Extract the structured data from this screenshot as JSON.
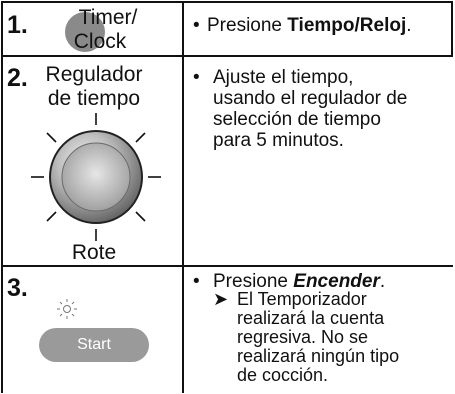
{
  "rows": [
    {
      "step": "1.",
      "button_label_line1": "Timer/",
      "button_label_line2": "Clock",
      "instruction_prefix": "Presione ",
      "instruction_bold1": "Tiempo",
      "instruction_sep": "/",
      "instruction_bold2": "Reloj",
      "instruction_suffix": "."
    },
    {
      "step": "2.",
      "control_label_line1": "Regulador",
      "control_label_line2": "de tiempo",
      "dial_caption": "Rote",
      "instruction_lines": [
        "Ajuste el tiempo,",
        "usando el regulador de",
        "selección de tiempo",
        "para 5 minutos."
      ]
    },
    {
      "step": "3.",
      "button_label": "Start",
      "instruction_prefix": "Presione ",
      "instruction_bold_italic": "Encender",
      "instruction_suffix": ".",
      "note_arrow": "➤",
      "note_lines": [
        "El Temporizador",
        "realizará la cuenta",
        "regresiva. No se",
        "realizará ningún tipo",
        "de cocción."
      ]
    }
  ],
  "bullet": "•",
  "icons": [
    "finger-press-icon",
    "dial-knob-icon",
    "indicator-light-icon",
    "arrow-right-icon"
  ],
  "colors": {
    "border": "#111111",
    "finger": "#8a8a8a",
    "start_button": "#9a9a9a",
    "start_text": "#ffffff"
  }
}
